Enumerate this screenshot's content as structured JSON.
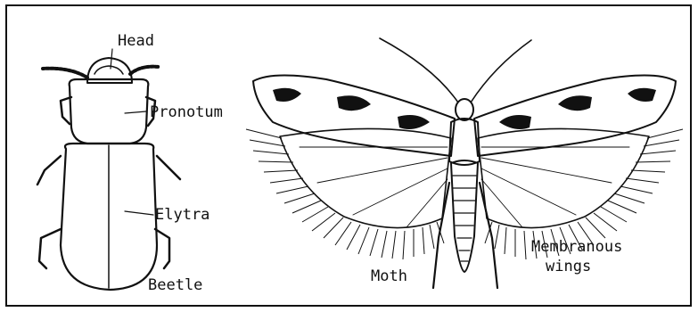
{
  "labels": {
    "head": "Head",
    "pronotum": "Pronotum",
    "elytra": "Elytra",
    "beetle": "Beetle",
    "moth": "Moth",
    "membranous_1": "Membranous",
    "membranous_2": "wings"
  }
}
